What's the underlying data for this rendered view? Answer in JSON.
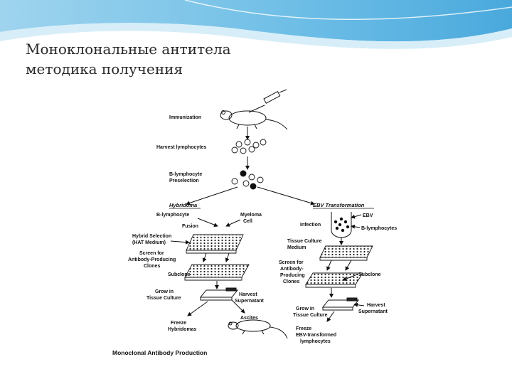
{
  "slide": {
    "title_line1": "Моноклональные антитела",
    "title_line2": "методика получения"
  },
  "diagram": {
    "immunization": "Immunization",
    "harvest_lymphocytes": "Harvest lymphocytes",
    "b_preselection_1": "B-lymphocyte",
    "b_preselection_2": "Preselection",
    "hybridoma": "Hybridoma",
    "ebv_transformation": "EBV Transformation",
    "left": {
      "b_lymphocyte": "B-lymphocyte",
      "myeloma_1": "Myeloma",
      "myeloma_2": "Cell",
      "fusion": "Fusion",
      "hybrid_selection_1": "Hybrid Selection",
      "hybrid_selection_2": "(HAT Medium)",
      "screen_1": "Screen for",
      "screen_2": "Antibody-Producing",
      "screen_3": "Clones",
      "subclone": "Subclone",
      "grow_1": "Grow in",
      "grow_2": "Tissue Culture",
      "harvest_sup_1": "Harvest",
      "harvest_sup_2": "Supernatant",
      "ascites": "Ascites",
      "freeze_1": "Freeze",
      "freeze_2": "Hybridomas"
    },
    "right": {
      "ebv": "EBV",
      "infection": "Infection",
      "b_lymphocytes": "B-lymphocytes",
      "tissue_culture_1": "Tissue Culture",
      "tissue_culture_2": "Medium",
      "screen_1": "Screen for",
      "screen_2": "Antibody-",
      "screen_3": "Producing",
      "screen_4": "Clones",
      "subclone": "Subclone",
      "harvest_sup_1": "Harvest",
      "harvest_sup_2": "Supernatant",
      "grow_1": "Grow in",
      "grow_2": "Tissue Culture",
      "freeze_1": "Freeze",
      "freeze_2": "EBV-transformed",
      "freeze_3": "lymphocytes"
    },
    "caption": "Monoclonal Antibody Production"
  },
  "colors": {
    "header_wave": "#7fc6e8",
    "header_wave_light": "#d7eef9"
  }
}
